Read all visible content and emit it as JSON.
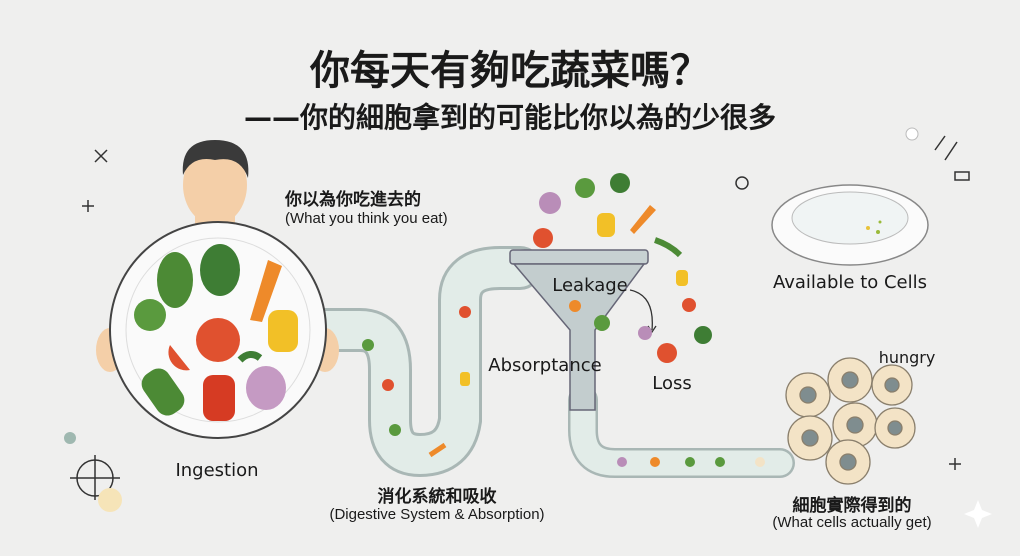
{
  "title": "你每天有夠吃蔬菜嗎？",
  "subtitle": "——你的細胞拿到的可能比你以為的少很多",
  "labels": {
    "think_eat_zh": "你以為你吃進去的",
    "think_eat_en": "(What you think you eat)",
    "ingestion": "Ingestion",
    "digestive_zh": "消化系統和吸收",
    "digestive_en": "(Digestive System & Absorption)",
    "leakage": "Leakage",
    "absorptance": "Absorptance",
    "loss": "Loss",
    "available": "Available to Cells",
    "hungry": "hungry",
    "cells_get_zh": "細胞實際得到的",
    "cells_get_en": "(What cells actually get)"
  },
  "colors": {
    "background": "#efefee",
    "tube": "#dfeae6",
    "funnel": "#b9c6c8",
    "plate": "#ffffff",
    "cell": "#f3e3c6",
    "nucleus": "#7f8d8f"
  }
}
